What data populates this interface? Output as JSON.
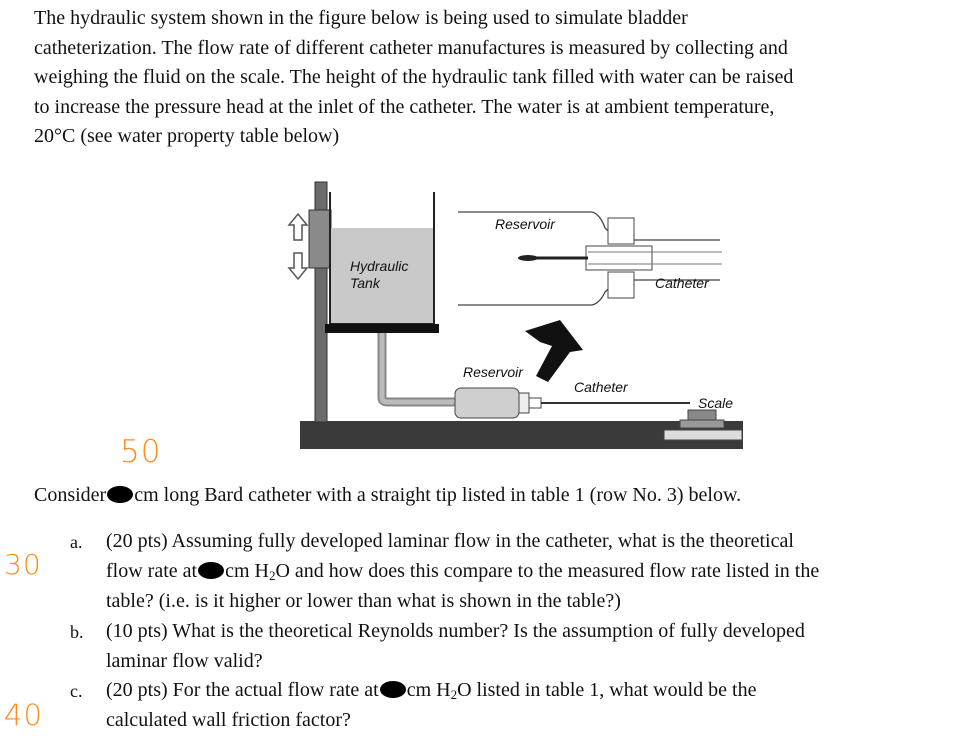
{
  "intro_lines": [
    "The hydraulic system shown in the figure below is being used to simulate bladder",
    "catheterization. The flow rate of different catheter manufactures is measured by collecting and",
    "weighing the fluid on the scale. The height of the hydraulic tank filled with water can be raised",
    "to increase the pressure head at the inlet of the catheter. The water is at ambient temperature,",
    "20°C (see water property table below)"
  ],
  "figure": {
    "hydraulic_tank": "Hydraulic\nTank",
    "hydraulic_tank_line1": "Hydraulic",
    "hydraulic_tank_line2": "Tank",
    "reservoir_top": "Reservoir",
    "catheter_top": "Catheter",
    "reservoir_bottom": "Reservoir",
    "catheter_bottom": "Catheter",
    "scale": "Scale"
  },
  "handwritten": {
    "top": "50",
    "a": "30",
    "c": "40"
  },
  "consider": {
    "before": "Consider",
    "after": "cm long Bard catheter with a straight tip listed in table 1 (row No. 3) below."
  },
  "questions": {
    "a": {
      "marker": "a.",
      "line1": "(20 pts) Assuming fully developed laminar flow in the catheter, what is the theoretical",
      "line2_before": "flow rate at",
      "line2_after_pre": "cm H",
      "line2_sub": "2",
      "line2_after_post": "O and how does this compare to the measured flow rate listed in the",
      "line3": "table? (i.e. is it higher or lower than what is shown in the table?)"
    },
    "b": {
      "marker": "b.",
      "line1": "(10 pts) What is the theoretical Reynolds number? Is the assumption of fully developed",
      "line2": "laminar flow valid?"
    },
    "c": {
      "marker": "c.",
      "line1_before": "(20 pts) For the actual flow rate at",
      "line1_after_pre": "cm H",
      "line1_sub": "2",
      "line1_after_post": "O listed in table 1, what would be the",
      "line2": "calculated wall friction factor?"
    }
  }
}
